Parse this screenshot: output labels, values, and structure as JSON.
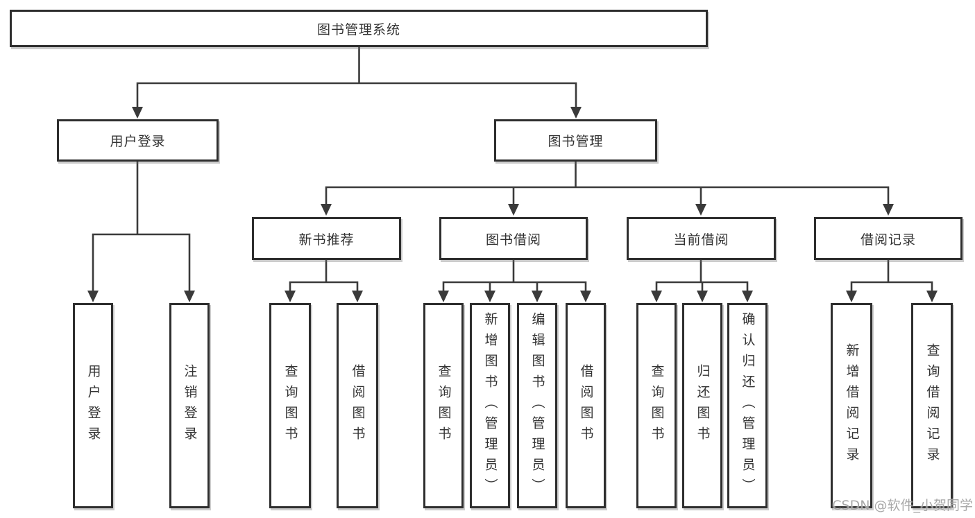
{
  "nodes": {
    "root": {
      "label": "图书管理系统"
    },
    "login": {
      "label": "用户登录",
      "children": [
        {
          "label": "用户登录"
        },
        {
          "label": "注销登录"
        }
      ]
    },
    "management": {
      "label": "图书管理"
    },
    "recommend": {
      "label": "新书推荐",
      "children": [
        {
          "label": "查询图书"
        },
        {
          "label": "借阅图书"
        }
      ]
    },
    "borrow": {
      "label": "图书借阅",
      "children": [
        {
          "label": "查询图书"
        },
        {
          "label": "新增图书（管理员）"
        },
        {
          "label": "编辑图书（管理员）"
        },
        {
          "label": "借阅图书"
        }
      ]
    },
    "current": {
      "label": "当前借阅",
      "children": [
        {
          "label": "查询图书"
        },
        {
          "label": "归还图书"
        },
        {
          "label": "确认归还（管理员）"
        }
      ]
    },
    "records": {
      "label": "借阅记录",
      "children": [
        {
          "label": "新增借阅记录"
        },
        {
          "label": "查询借阅记录"
        }
      ]
    }
  },
  "watermark": {
    "text": "CSDN @软件_小贺同学"
  },
  "colors": {
    "line": "#3a3a3a",
    "box_border": "#2e2e2e",
    "text": "#333333",
    "watermark": "#9e9e9e"
  }
}
